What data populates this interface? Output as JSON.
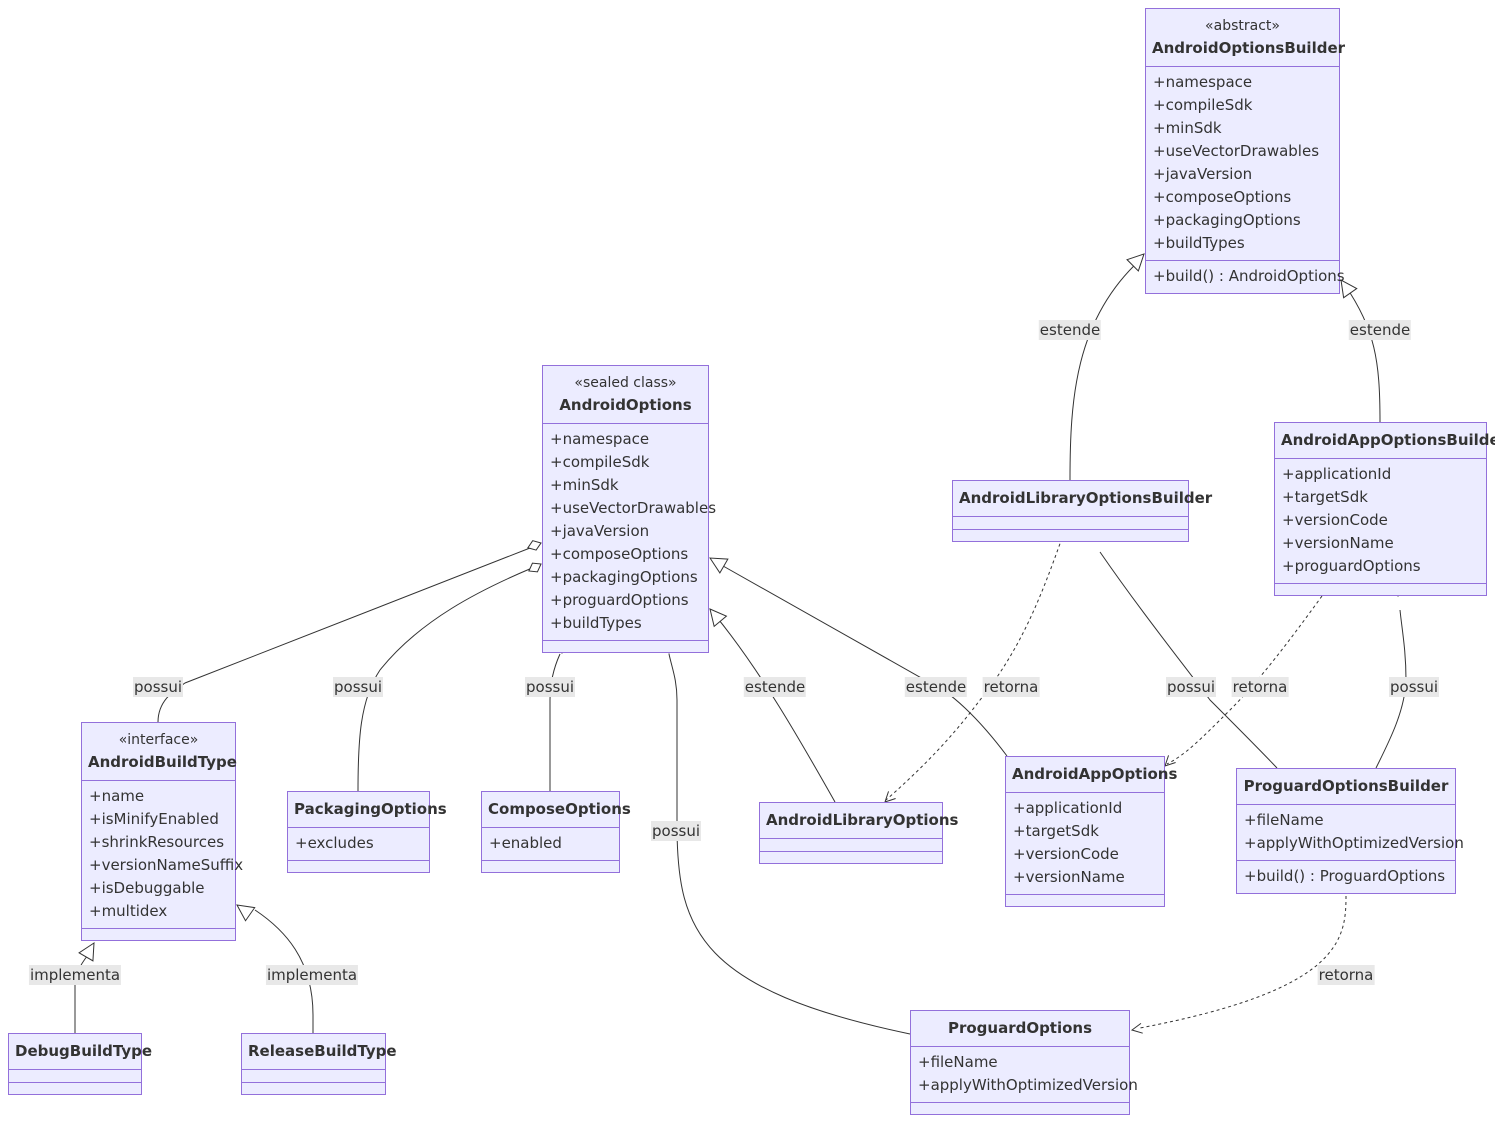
{
  "classes": {
    "AndroidOptionsBuilder": {
      "stereotype": "«abstract»",
      "name": "AndroidOptionsBuilder",
      "attributes": [
        "+namespace",
        "+compileSdk",
        "+minSdk",
        "+useVectorDrawables",
        "+javaVersion",
        "+composeOptions",
        "+packagingOptions",
        "+buildTypes"
      ],
      "methods": [
        "+build() : AndroidOptions"
      ]
    },
    "AndroidOptions": {
      "stereotype": "«sealed class»",
      "name": "AndroidOptions",
      "attributes": [
        "+namespace",
        "+compileSdk",
        "+minSdk",
        "+useVectorDrawables",
        "+javaVersion",
        "+composeOptions",
        "+packagingOptions",
        "+proguardOptions",
        "+buildTypes"
      ],
      "methods": []
    },
    "AndroidBuildType": {
      "stereotype": "«interface»",
      "name": "AndroidBuildType",
      "attributes": [
        "+name",
        "+isMinifyEnabled",
        "+shrinkResources",
        "+versionNameSuffix",
        "+isDebuggable",
        "+multidex"
      ],
      "methods": []
    },
    "PackagingOptions": {
      "name": "PackagingOptions",
      "attributes": [
        "+excludes"
      ],
      "methods": []
    },
    "ComposeOptions": {
      "name": "ComposeOptions",
      "attributes": [
        "+enabled"
      ],
      "methods": []
    },
    "AndroidLibraryOptions": {
      "name": "AndroidLibraryOptions",
      "attributes": [],
      "methods": []
    },
    "AndroidLibraryOptionsBuilder": {
      "name": "AndroidLibraryOptionsBuilder",
      "attributes": [],
      "methods": []
    },
    "AndroidAppOptionsBuilder": {
      "name": "AndroidAppOptionsBuilder",
      "attributes": [
        "+applicationId",
        "+targetSdk",
        "+versionCode",
        "+versionName",
        "+proguardOptions"
      ],
      "methods": []
    },
    "AndroidAppOptions": {
      "name": "AndroidAppOptions",
      "attributes": [
        "+applicationId",
        "+targetSdk",
        "+versionCode",
        "+versionName"
      ],
      "methods": []
    },
    "ProguardOptionsBuilder": {
      "name": "ProguardOptionsBuilder",
      "attributes": [
        "+fileName",
        "+applyWithOptimizedVersion"
      ],
      "methods": [
        "+build() : ProguardOptions"
      ]
    },
    "ProguardOptions": {
      "name": "ProguardOptions",
      "attributes": [
        "+fileName",
        "+applyWithOptimizedVersion"
      ],
      "methods": []
    },
    "DebugBuildType": {
      "name": "DebugBuildType",
      "attributes": [],
      "methods": []
    },
    "ReleaseBuildType": {
      "name": "ReleaseBuildType",
      "attributes": [],
      "methods": []
    }
  },
  "relations": [
    {
      "from": "AndroidLibraryOptionsBuilder",
      "to": "AndroidOptionsBuilder",
      "type": "inheritance",
      "label": "estende"
    },
    {
      "from": "AndroidAppOptionsBuilder",
      "to": "AndroidOptionsBuilder",
      "type": "inheritance",
      "label": "estende"
    },
    {
      "from": "AndroidOptions",
      "to": "AndroidBuildType",
      "type": "aggregation",
      "label": "possui"
    },
    {
      "from": "AndroidOptions",
      "to": "PackagingOptions",
      "type": "aggregation",
      "label": "possui"
    },
    {
      "from": "AndroidOptions",
      "to": "ComposeOptions",
      "type": "aggregation",
      "label": "possui"
    },
    {
      "from": "AndroidOptions",
      "to": "ProguardOptions",
      "type": "aggregation",
      "label": "possui"
    },
    {
      "from": "AndroidLibraryOptions",
      "to": "AndroidOptions",
      "type": "inheritance",
      "label": "estende"
    },
    {
      "from": "AndroidAppOptions",
      "to": "AndroidOptions",
      "type": "inheritance",
      "label": "estende"
    },
    {
      "from": "AndroidLibraryOptionsBuilder",
      "to": "AndroidLibraryOptions",
      "type": "dependency",
      "label": "retorna"
    },
    {
      "from": "AndroidLibraryOptionsBuilder",
      "to": "ProguardOptionsBuilder",
      "type": "aggregation",
      "label": "possui"
    },
    {
      "from": "AndroidAppOptionsBuilder",
      "to": "AndroidAppOptions",
      "type": "dependency",
      "label": "retorna"
    },
    {
      "from": "AndroidAppOptionsBuilder",
      "to": "ProguardOptionsBuilder",
      "type": "aggregation",
      "label": "possui"
    },
    {
      "from": "ProguardOptionsBuilder",
      "to": "ProguardOptions",
      "type": "dependency",
      "label": "retorna"
    },
    {
      "from": "DebugBuildType",
      "to": "AndroidBuildType",
      "type": "realization",
      "label": "implementa"
    },
    {
      "from": "ReleaseBuildType",
      "to": "AndroidBuildType",
      "type": "realization",
      "label": "implementa"
    }
  ],
  "colors": {
    "node_fill": "#ECECFF",
    "node_stroke": "#9370DB",
    "edge": "#333333",
    "label_bg": "#E8E8E8"
  }
}
